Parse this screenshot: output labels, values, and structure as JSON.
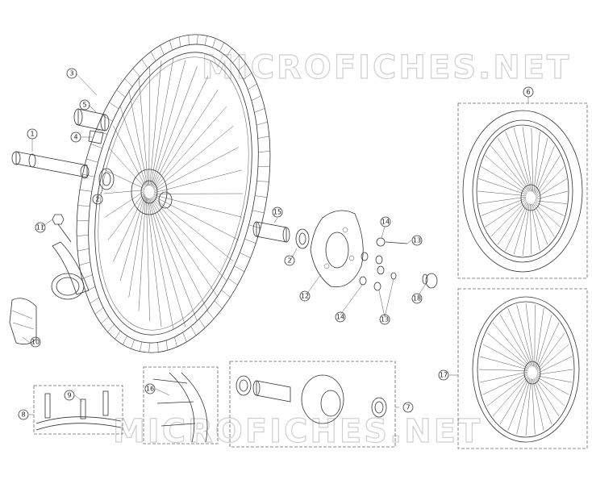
{
  "watermark_text": "MICROFICHES.NET",
  "callouts": {
    "c1": "1",
    "c2a": "2",
    "c2b": "2",
    "c3": "3",
    "c4": "4",
    "c5": "5",
    "c6": "6",
    "c7": "7",
    "c8": "8",
    "c9": "9",
    "c10": "10",
    "c11": "11",
    "c12": "12",
    "c13a": "13",
    "c13b": "13",
    "c14a": "14",
    "c14b": "14",
    "c15": "15",
    "c16": "16",
    "c17": "17",
    "c18": "18"
  },
  "colors": {
    "line": "#333333",
    "watermark": "#cfcfcf",
    "box": "#666666"
  }
}
